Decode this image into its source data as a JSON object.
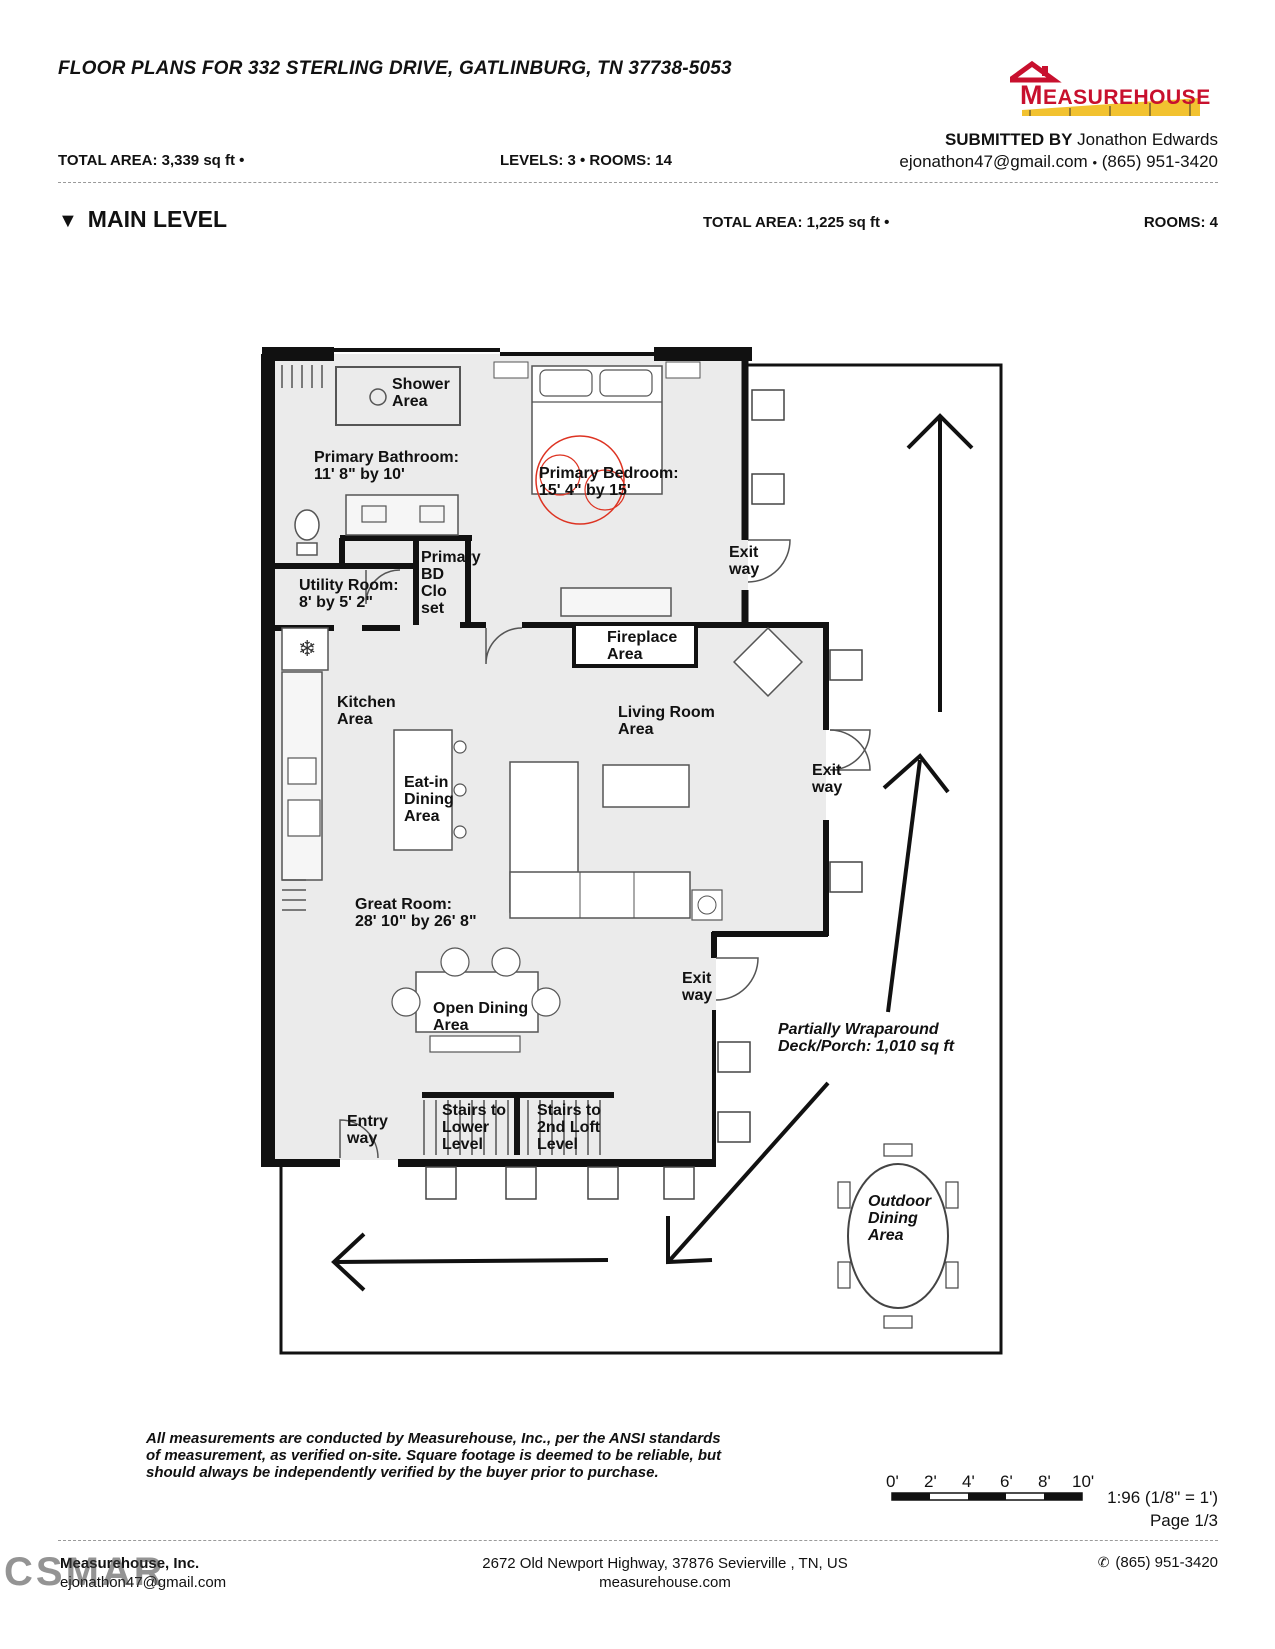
{
  "header": {
    "title": "FLOOR PLANS FOR 332 STERLING DRIVE, GATLINBURG, TN 37738-5053",
    "total_area": "TOTAL AREA: 3,339 sq ft •",
    "levels_rooms": "LEVELS:  3 • ROOMS: 14",
    "submitted_by_label": "SUBMITTED BY",
    "submitted_by_name": "Jonathon Edwards",
    "email": "ejonathon47@gmail.com",
    "separator": "•",
    "phone": "(865) 951-3420"
  },
  "logo": {
    "first": "M",
    "rest": "EASUREHOUSE"
  },
  "level": {
    "name": "MAIN LEVEL",
    "total_area": "TOTAL AREA: 1,225 sq ft •",
    "rooms": "ROOMS: 4"
  },
  "plan": {
    "shower": [
      "Shower",
      "Area"
    ],
    "primary_bath": [
      "Primary Bathroom:",
      "11' 8\" by 10'"
    ],
    "primary_bed": [
      "Primary Bedroom:",
      "15' 4\" by 15'"
    ],
    "exit_top": [
      "Exit",
      "way"
    ],
    "closet": [
      "Primary",
      "BD",
      "Clo",
      "set"
    ],
    "utility": [
      "Utility Room:",
      "8' by 5' 2\""
    ],
    "fireplace": [
      "Fireplace",
      "Area"
    ],
    "kitchen": [
      "Kitchen",
      "Area"
    ],
    "living": [
      "Living Room",
      "Area"
    ],
    "exit_mid": [
      "Exit",
      "way"
    ],
    "eatin": [
      "Eat-in",
      "Dining",
      "Area"
    ],
    "great_room": [
      "Great Room:",
      "28' 10\" by 26' 8\""
    ],
    "exit_low": [
      "Exit",
      "way"
    ],
    "open_dining": [
      "Open Dining",
      "Area"
    ],
    "deck": [
      "Partially Wraparound",
      "Deck/Porch: 1,010 sq ft"
    ],
    "entry": [
      "Entry",
      "way"
    ],
    "stairs_lower": [
      "Stairs to",
      "Lower",
      "Level"
    ],
    "stairs_loft": [
      "Stairs to",
      "2nd Loft",
      "Level"
    ],
    "outdoor": [
      "Outdoor",
      "Dining",
      "Area"
    ]
  },
  "disclaimer": "All measurements are conducted by Measurehouse, Inc., per the ANSI standards of measurement, as verified on-site. Square footage is deemed to be reliable, but should always be independently verified by the buyer prior to purchase.",
  "scale": {
    "ticks": [
      "0'",
      "2'",
      "4'",
      "6'",
      "8'",
      "10'"
    ],
    "ratio": "1:96   (1/8\" = 1')",
    "page": "Page 1/3"
  },
  "footer": {
    "company": "Measurehouse, Inc.",
    "email": "ejonathon47@gmail.com",
    "address": "2672 Old Newport Highway, 37876 Sevierville , TN, US",
    "website": "measurehouse.com",
    "phone_icon": "phone-icon",
    "phone": "(865) 951-3420"
  },
  "watermark": "CSMAR",
  "colors": {
    "brand_red": "#c8102e",
    "brand_yellow": "#f2c230",
    "floor_fill": "#ebebeb",
    "wall": "#111111"
  }
}
